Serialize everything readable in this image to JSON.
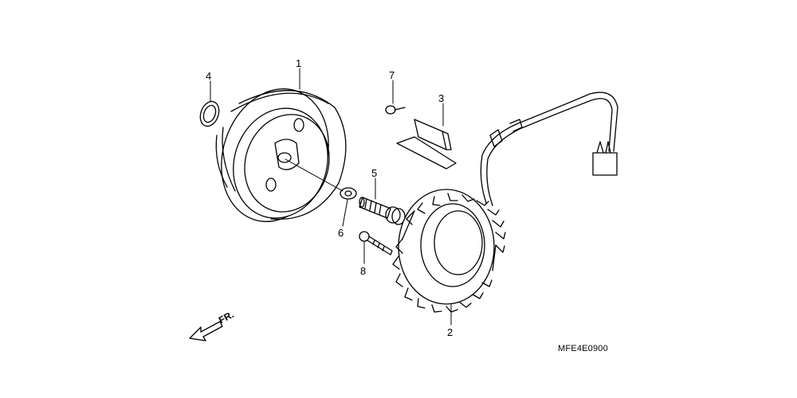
{
  "callouts": {
    "c1": "1",
    "c2": "2",
    "c3": "3",
    "c4": "4",
    "c5": "5",
    "c6": "6",
    "c7": "7",
    "c8": "8"
  },
  "front_arrow_label": "FR.",
  "diagram_code": "MFE4E0900",
  "colors": {
    "line": "#000000",
    "background": "#ffffff"
  }
}
